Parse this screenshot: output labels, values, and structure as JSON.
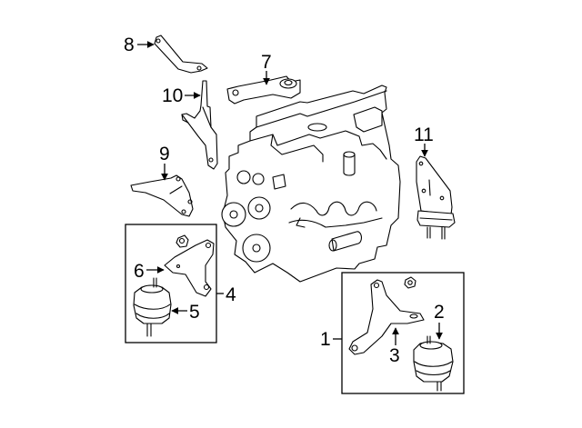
{
  "diagram": {
    "type": "exploded parts diagram",
    "subject": "Engine & transmission mounting",
    "callouts": [
      {
        "id": "1",
        "label": "1",
        "refers_to": "mount assembly (right box)"
      },
      {
        "id": "2",
        "label": "2",
        "refers_to": "mount insulator"
      },
      {
        "id": "3",
        "label": "3",
        "refers_to": "mount bracket"
      },
      {
        "id": "4",
        "label": "4",
        "refers_to": "mount assembly (left box)"
      },
      {
        "id": "5",
        "label": "5",
        "refers_to": "mount insulator"
      },
      {
        "id": "6",
        "label": "6",
        "refers_to": "mount bracket"
      },
      {
        "id": "7",
        "label": "7",
        "refers_to": "torque strut"
      },
      {
        "id": "8",
        "label": "8",
        "refers_to": "brace"
      },
      {
        "id": "9",
        "label": "9",
        "refers_to": "bracket"
      },
      {
        "id": "10",
        "label": "10",
        "refers_to": "bracket"
      },
      {
        "id": "11",
        "label": "11",
        "refers_to": "transmission mount"
      }
    ]
  }
}
